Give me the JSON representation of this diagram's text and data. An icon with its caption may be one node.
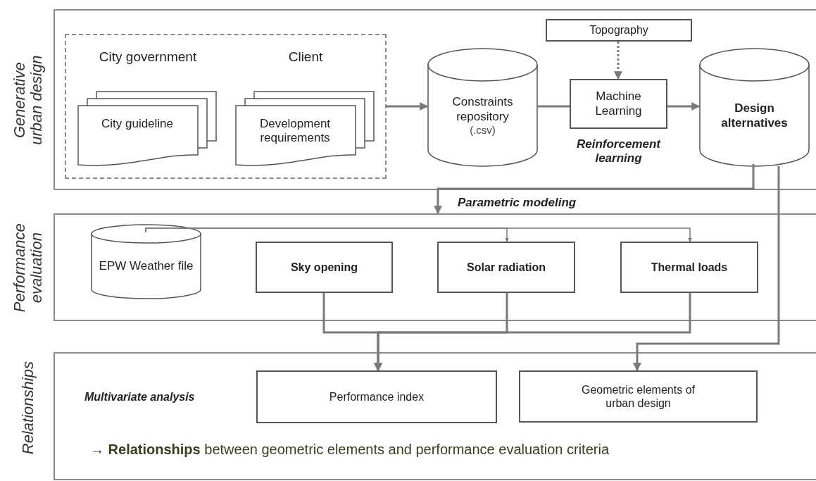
{
  "diagram": {
    "nodes": [
      {
        "text": [
          "Generative urban design"
        ]
      },
      {
        "text": [],
        "shape": "box",
        "in": 0
      },
      {
        "text": [
          "City government",
          "City guideline"
        ],
        "in": 1
      },
      {
        "text": [
          "Client",
          "Development requirements"
        ],
        "in": 1
      },
      {
        "text": [
          "Constraints repository",
          "(.csv)"
        ],
        "in": 0
      },
      {
        "text": [
          "Topography"
        ],
        "in": 0
      },
      {
        "text": [
          "Machine Learning"
        ],
        "in": 0,
        "beside": [
          "Reinforcement learning"
        ]
      },
      {
        "text": [
          "Design alternatives"
        ],
        "in": 0
      },
      {
        "text": [
          "Performance evaluation"
        ]
      },
      {
        "text": [
          "EPW Weather file"
        ],
        "in": 8
      },
      {
        "text": [
          "Sky opening"
        ],
        "in": 8
      },
      {
        "text": [
          "Solar radiation"
        ],
        "in": 8
      },
      {
        "text": [
          "Thermal loads"
        ],
        "in": 8
      },
      {
        "text": [
          "Relationships"
        ]
      },
      {
        "text": [
          "Performance index"
        ],
        "in": 13
      },
      {
        "text": [
          "Geometric elements of urban design"
        ],
        "in": 13
      }
    ],
    "edges": [
      {
        "from": 1,
        "to": 4,
        "arrow": "to"
      },
      {
        "from": 4,
        "to": 6,
        "arrow": "none"
      },
      {
        "from": 6,
        "to": 7,
        "arrow": "to"
      },
      {
        "from": 5,
        "to": 6,
        "arrow": "to",
        "style": "dashed"
      },
      {
        "from": 7,
        "to": 8,
        "arrow": "to"
      },
      {
        "from": 9,
        "to": 11,
        "arrow": "to"
      },
      {
        "from": 9,
        "to": 12,
        "arrow": "to"
      },
      {
        "from": 10,
        "to": 14,
        "arrow": "to"
      },
      {
        "from": 11,
        "to": 14,
        "arrow": "to"
      },
      {
        "from": 12,
        "to": 14,
        "arrow": "to"
      },
      {
        "from": 7,
        "to": 15,
        "arrow": "to"
      }
    ],
    "labels": [
      "Parametric modeling",
      "Multivariate analysis",
      "→ **Relationships** between geometric elements and performance evaluation criteria"
    ]
  }
}
